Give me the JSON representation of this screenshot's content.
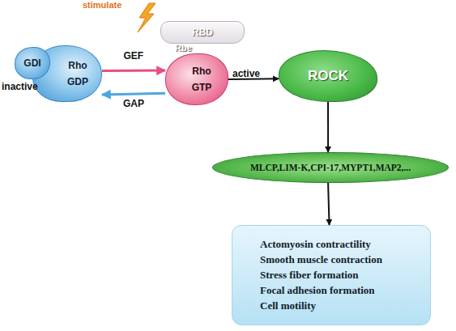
{
  "diagram": {
    "nodes": [
      {
        "text": [
          "GDI"
        ]
      },
      {
        "text": [
          "Rho",
          "GDP"
        ]
      },
      {
        "text": [
          "RBD"
        ]
      },
      {
        "text": [
          "Rho",
          "GTP"
        ]
      },
      {
        "text": [
          "ROCK"
        ]
      },
      {
        "text": [
          "MLCP,LIM-K,CPI-17,MYPT1,MAP2,..."
        ]
      },
      {
        "text": [
          "Actomyosin contractility",
          "Smooth muscle contraction",
          "Stress fiber formation",
          "Focal adhesion formation",
          "Cell motility"
        ]
      }
    ],
    "edges": [
      {
        "from": 1,
        "to": 3,
        "label": "GEF",
        "arrow": "to"
      },
      {
        "from": 3,
        "to": 1,
        "label": "GAP",
        "arrow": "to"
      },
      {
        "from": 3,
        "to": 4,
        "arrow": "to"
      },
      {
        "from": 4,
        "to": 5,
        "arrow": "to"
      },
      {
        "from": 5,
        "to": 6,
        "arrow": "to"
      }
    ],
    "labels": [
      "stimulate",
      "Rbe",
      "inactive",
      "active"
    ]
  }
}
